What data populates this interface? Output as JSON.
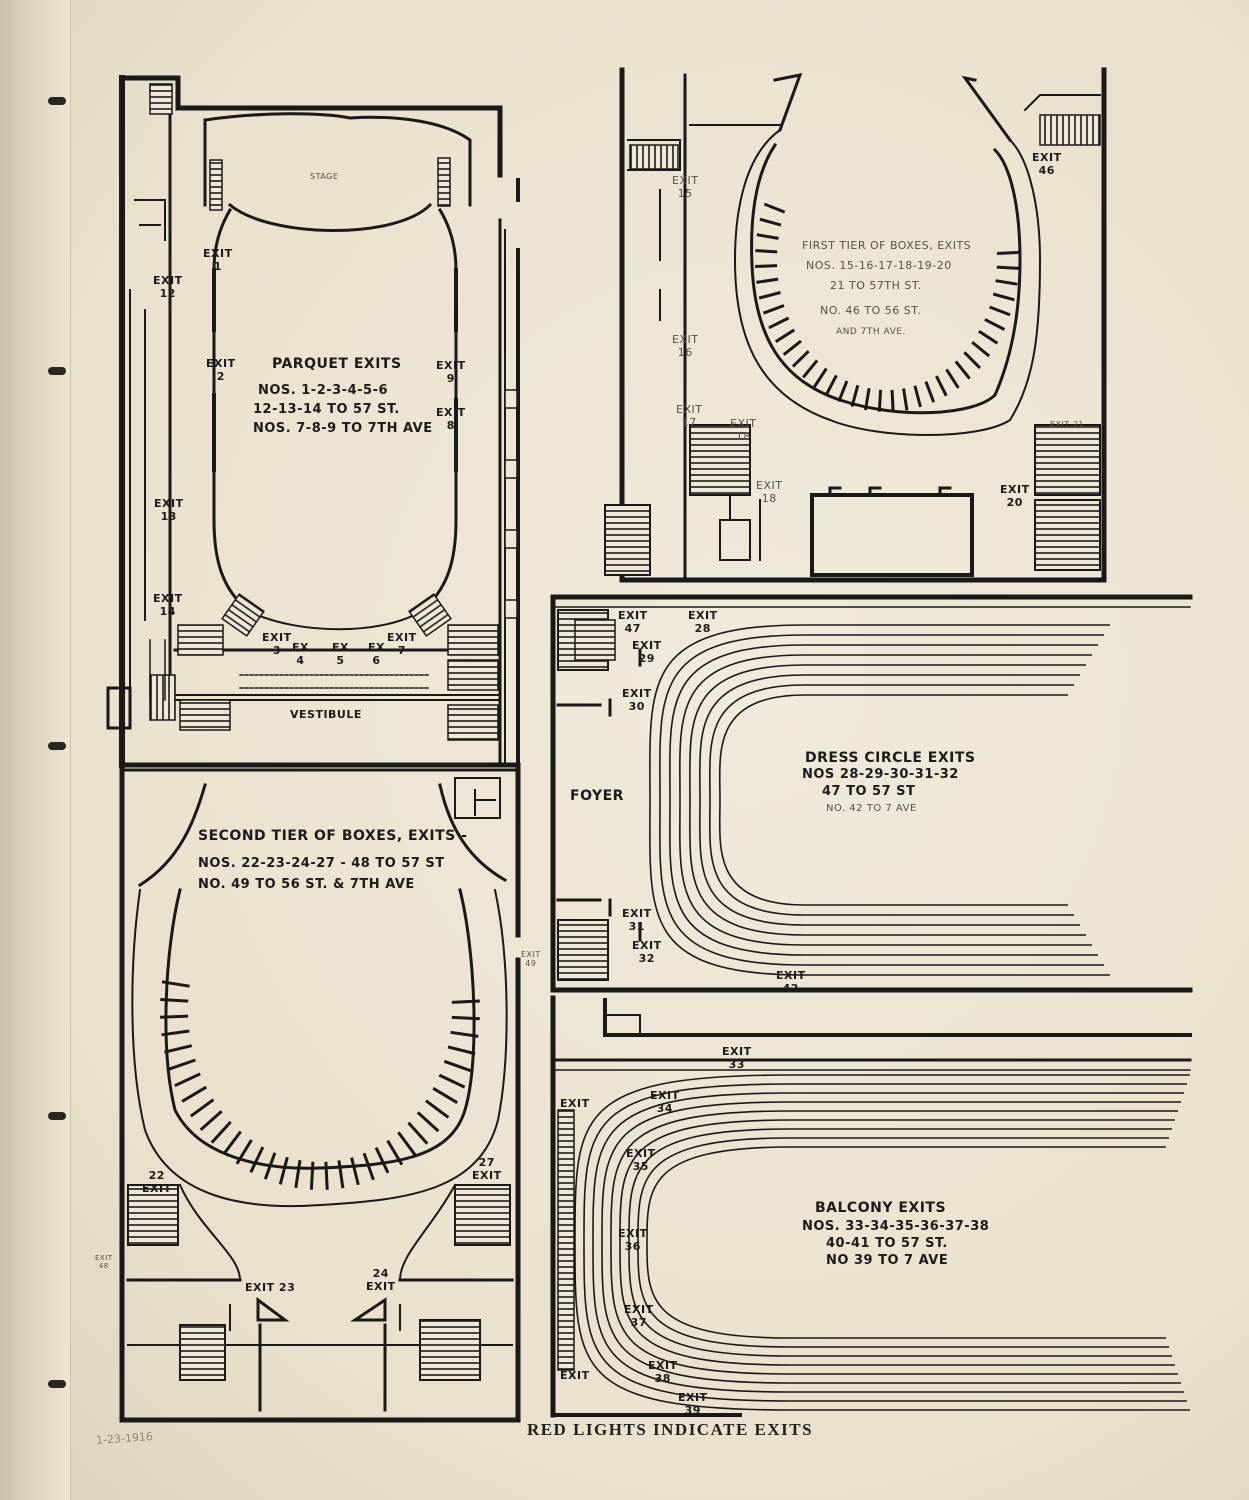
{
  "footer": "RED LIGHTS INDICATE EXITS",
  "pencil_note": "1-23-1916",
  "parquet": {
    "stage": "STAGE",
    "vestibule": "VESTIBULE",
    "title": "PARQUET EXITS",
    "line1": "NOS. 1-2-3-4-5-6",
    "line2": "12-13-14 TO 57 ST.",
    "line3": "NOS. 7-8-9 TO 7TH AVE",
    "exits": {
      "e1": "EXIT\n1",
      "e2": "EXIT\n2",
      "e3": "EXIT\n3",
      "e4": "EX\n4",
      "e5": "EX\n5",
      "e6": "EX\n6",
      "e7": "EXIT\n7",
      "e8": "EXIT\n8",
      "e9": "EXIT\n9",
      "e12": "EXIT\n12",
      "e13": "EXIT\n13",
      "e14": "EXIT\n14"
    }
  },
  "first_tier": {
    "title": "FIRST TIER OF BOXES, EXITS",
    "line1": "NOS. 15-16-17-18-19-20",
    "line2": "21 TO 57TH ST.",
    "line3": "NO. 46 TO 56 ST.",
    "line4": "AND 7TH AVE.",
    "exits": {
      "e15": "EXIT\n15",
      "e16": "EXIT\n16",
      "e17": "EXIT\n17",
      "e18a": "EXIT\n18",
      "e18b": "EXIT\n18",
      "e20": "EXIT\n20",
      "e46": "EXIT\n46",
      "e21": "EXIT 21"
    }
  },
  "second_tier": {
    "title": "SECOND TIER OF BOXES, EXITS -",
    "line1": "NOS. 22-23-24-27 - 48 TO 57 ST",
    "line2": "NO. 49 TO 56 ST. & 7TH AVE",
    "exits": {
      "e22": "22\nEXIT",
      "e27": "27\nEXIT",
      "e23": "EXIT 23",
      "e24": "24\nEXIT",
      "e48": "EXIT\n48",
      "e49": "EXIT\n49"
    }
  },
  "dress_circle": {
    "foyer": "FOYER",
    "title": "DRESS CIRCLE EXITS",
    "line1": "NOS 28-29-30-31-32",
    "line2": "47 TO 57 ST",
    "line3": "NO. 42 TO 7 AVE",
    "exits": {
      "e47": "EXIT\n47",
      "e28": "EXIT\n28",
      "e29": "EXIT\n29",
      "e30": "EXIT\n30",
      "e31": "EXIT\n31",
      "e32": "EXIT\n32",
      "e42": "EXIT\n42"
    }
  },
  "balcony": {
    "title": "BALCONY EXITS",
    "line1": "NOS. 33-34-35-36-37-38",
    "line2": "40-41 TO 57 ST.",
    "line3": "NO 39 TO 7 AVE",
    "exits": {
      "e33": "EXIT\n33",
      "e34": "EXIT\n34",
      "e35": "EXIT\n35",
      "e36": "EXIT\n36",
      "e37": "EXIT\n37",
      "e38": "EXIT\n38",
      "e39": "EXIT\n39",
      "e40": "EXIT",
      "e41": "EXIT"
    }
  }
}
